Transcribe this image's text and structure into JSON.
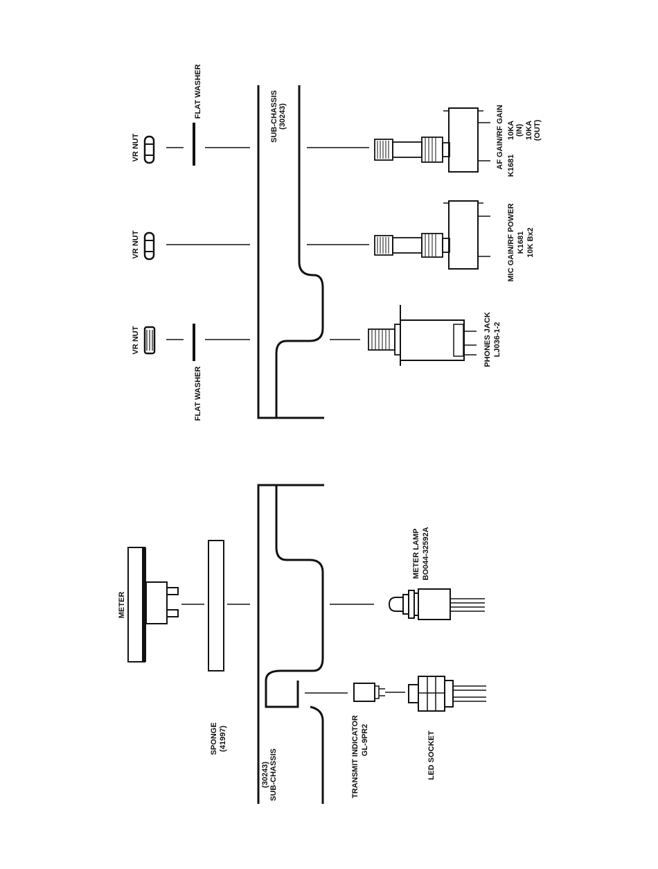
{
  "labels": {
    "vr_nut_1": "VR NUT",
    "vr_nut_2": "VR NUT",
    "vr_nut_3": "VR NUT",
    "flat_washer_top": "FLAT WASHER",
    "flat_washer_bottom": "FLAT WASHER",
    "sub_chassis_top": "SUB-CHASSIS",
    "sub_chassis_top_part": "(30243)",
    "af_gain_title": "AF GAIN/RF GAIN",
    "af_gain_part": "K1681",
    "af_gain_value_in": "10KA",
    "af_gain_in": "(IN)",
    "af_gain_value_out": "10KA",
    "af_gain_out": "(OUT)",
    "mic_gain_title": "MIC GAIN/RF POWER",
    "mic_gain_part": "K1681",
    "mic_gain_value": "10K Bx2",
    "phones_jack_title": "PHONES JACK",
    "phones_jack_part": "LJ036-1-2",
    "meter": "METER",
    "sponge": "SPONGE",
    "sponge_part": "(41997)",
    "sub_chassis_bottom_part": "(30243)",
    "sub_chassis_bottom": "SUB-CHASSIS",
    "transmit_indicator": "TRANSMIT INDICATOR",
    "transmit_indicator_part": "GL-9PR2",
    "led_socket": "LED SOCKET",
    "meter_lamp": "METER LAMP",
    "meter_lamp_part": "BO044-32592A"
  }
}
